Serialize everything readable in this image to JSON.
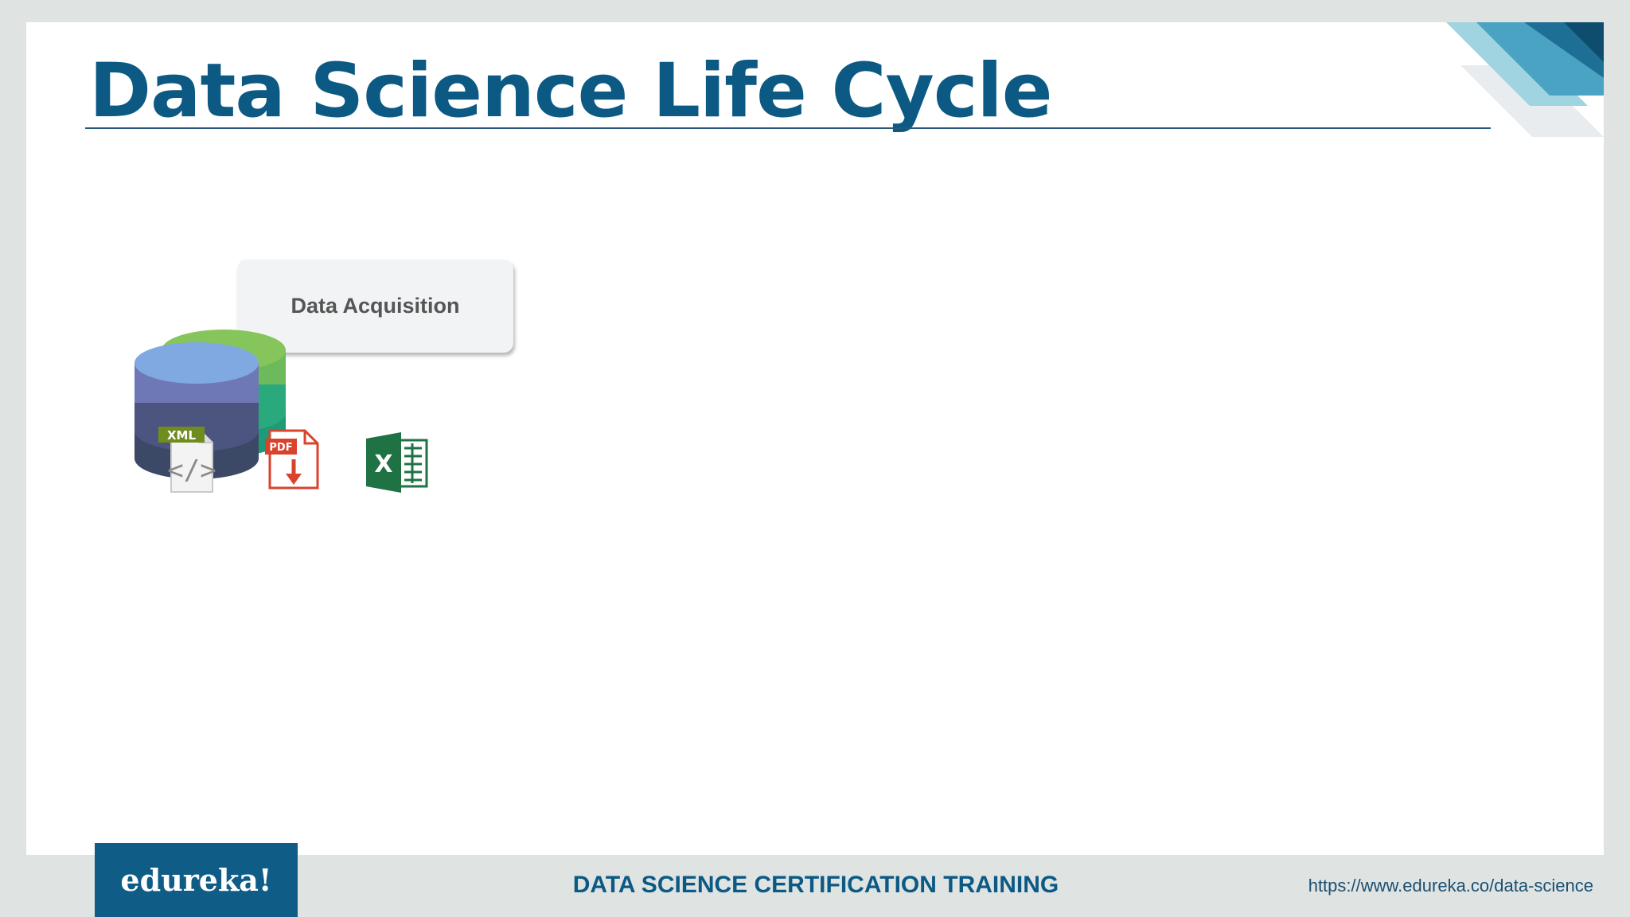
{
  "slide": {
    "title": "Data Science Life Cycle",
    "stage_label": "Data Acquisition"
  },
  "icons": {
    "database": "database-icon",
    "xml": "xml-file-icon",
    "xml_label": "XML",
    "pdf": "pdf-file-icon",
    "pdf_label": "PDF",
    "excel": "excel-file-icon",
    "excel_label": "X"
  },
  "footer": {
    "brand": "edureka!",
    "course_title": "DATA SCIENCE CERTIFICATION TRAINING",
    "url": "https://www.edureka.co/data-science"
  },
  "colors": {
    "brand_blue": "#0c5a84",
    "background": "#dfe4e3",
    "footer_logo_bg": "#0f5d87"
  }
}
